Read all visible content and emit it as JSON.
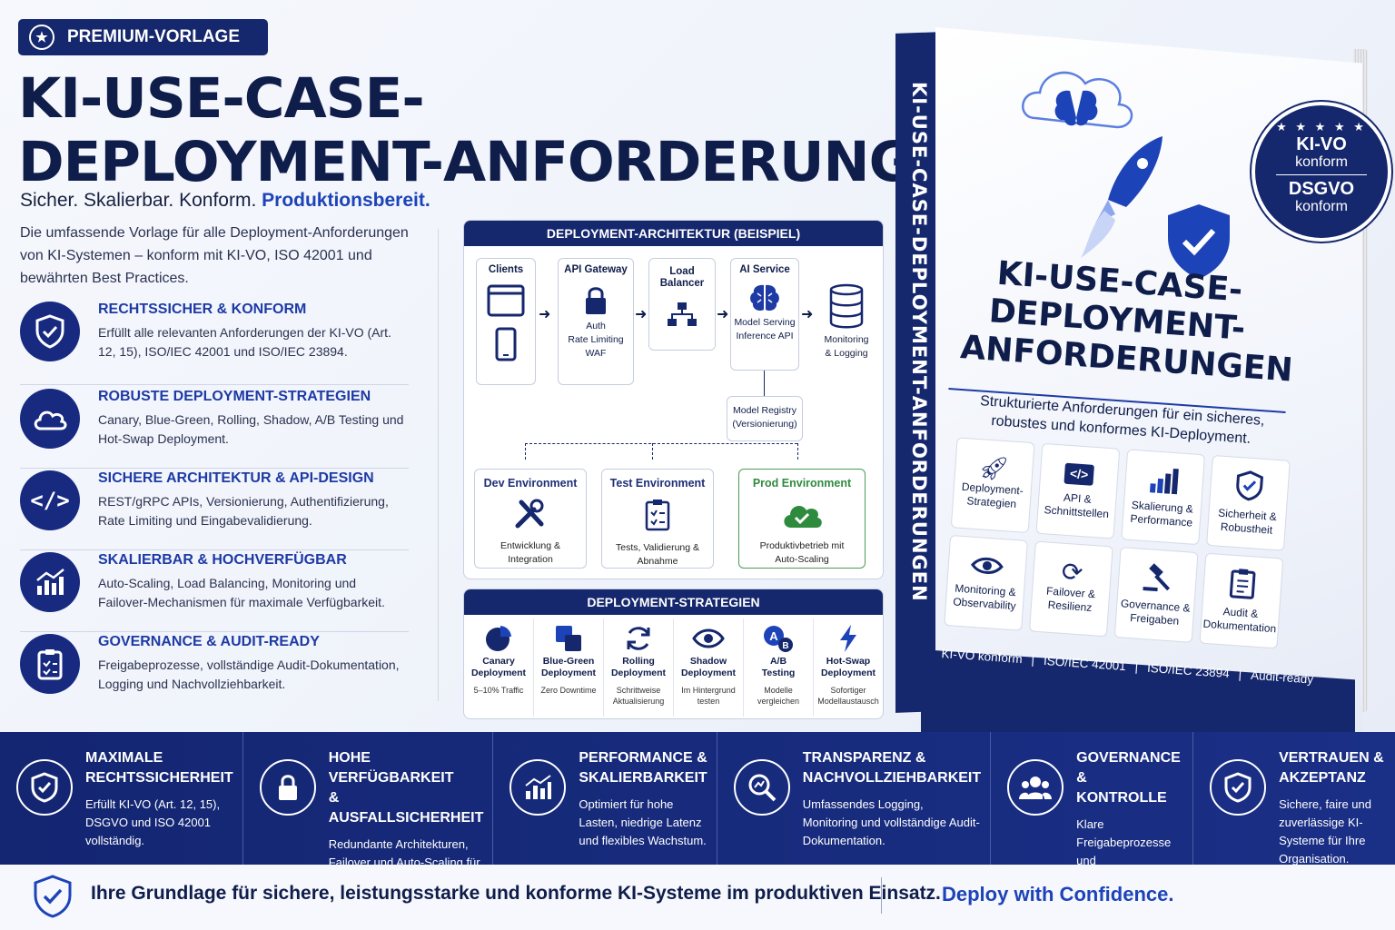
{
  "badge": {
    "label": "PREMIUM-VORLAGE"
  },
  "title": {
    "line1": "KI-USE-CASE-",
    "line2": "DEPLOYMENT-ANFORDERUNGEN"
  },
  "tagline": {
    "plain": "Sicher. Skalierbar. Konform.",
    "highlight": "Produktionsbereit."
  },
  "intro": "Die umfassende Vorlage für alle Deployment-Anforderungen von KI-Systemen – konform mit KI-VO, ISO 42001 und bewährten Best Practices.",
  "features": [
    {
      "icon": "shield-check-icon",
      "title": "RECHTSSICHER & KONFORM",
      "text": "Erfüllt alle relevanten Anforderungen der KI-VO (Art. 12, 15), ISO/IEC 42001 und ISO/IEC 23894."
    },
    {
      "icon": "cloud-icon",
      "title": "ROBUSTE DEPLOYMENT-STRATEGIEN",
      "text": "Canary, Blue-Green, Rolling, Shadow, A/B Testing und Hot-Swap Deployment."
    },
    {
      "icon": "code-icon",
      "title": "SICHERE ARCHITEKTUR & API-DESIGN",
      "text": "REST/gRPC APIs, Versionierung, Authentifizierung, Rate Limiting und Eingabevalidierung."
    },
    {
      "icon": "chart-up-icon",
      "title": "SKALIERBAR & HOCHVERFÜGBAR",
      "text": "Auto-Scaling, Load Balancing, Monitoring und Failover-Mechanismen für maximale Verfügbarkeit."
    },
    {
      "icon": "clipboard-check-icon",
      "title": "GOVERNANCE & AUDIT-READY",
      "text": "Freigabeprozesse, vollständige Audit-Dokumentation, Logging und Nachvollziehbarkeit."
    }
  ],
  "architecture": {
    "header": "DEPLOYMENT-ARCHITEKTUR (BEISPIEL)",
    "clients": "Clients",
    "gateway": {
      "label": "API Gateway",
      "text1": "Auth",
      "text2": "Rate Limiting",
      "text3": "WAF"
    },
    "lb": {
      "label1": "Load",
      "label2": "Balancer"
    },
    "ai": {
      "label": "AI Service",
      "text1": "Model Serving",
      "text2": "Inference API"
    },
    "monitoring": {
      "text1": "Monitoring",
      "text2": "& Logging"
    },
    "registry": {
      "text1": "Model Registry",
      "text2": "(Versionierung)"
    },
    "envs": [
      {
        "label": "Dev Environment",
        "text1": "Entwicklung &",
        "text2": "Integration",
        "icon": "tools-icon"
      },
      {
        "label": "Test Environment",
        "text1": "Tests, Validierung &",
        "text2": "Abnahme",
        "icon": "checklist-icon"
      },
      {
        "label": "Prod Environment",
        "text1": "Produktivbetrieb mit",
        "text2": "Auto-Scaling",
        "icon": "cloud-check-icon"
      }
    ]
  },
  "strategies": {
    "header": "DEPLOYMENT-STRATEGIEN",
    "items": [
      {
        "l1": "Canary",
        "l2": "Deployment",
        "s1": "5–10% Traffic",
        "s2": "",
        "icon": "pie-icon"
      },
      {
        "l1": "Blue-Green",
        "l2": "Deployment",
        "s1": "Zero Downtime",
        "s2": "",
        "icon": "squares-icon"
      },
      {
        "l1": "Rolling",
        "l2": "Deployment",
        "s1": "Schrittweise",
        "s2": "Aktualisierung",
        "icon": "refresh-icon"
      },
      {
        "l1": "Shadow",
        "l2": "Deployment",
        "s1": "Im Hintergrund",
        "s2": "testen",
        "icon": "eye-icon"
      },
      {
        "l1": "A/B",
        "l2": "Testing",
        "s1": "Modelle",
        "s2": "vergleichen",
        "icon": "ab-icon"
      },
      {
        "l1": "Hot-Swap",
        "l2": "Deployment",
        "s1": "Sofortiger",
        "s2": "Modellaustausch",
        "icon": "bolt-icon"
      }
    ]
  },
  "book": {
    "spine": "KI-USE-CASE-DEPLOYMENT-ANFORDERUNGEN",
    "title1": "KI-USE-CASE-",
    "title2": "DEPLOYMENT-",
    "title3": "ANFORDERUNGEN",
    "subtitle": "Strukturierte Anforderungen für ein sicheres, robustes und konformes KI-Deployment.",
    "tiles": [
      {
        "l1": "Deployment-",
        "l2": "Strategien",
        "icon": "rocket-icon"
      },
      {
        "l1": "API &",
        "l2": "Schnittstellen",
        "icon": "code-icon"
      },
      {
        "l1": "Skalierung &",
        "l2": "Performance",
        "icon": "bars-icon"
      },
      {
        "l1": "Sicherheit &",
        "l2": "Robustheit",
        "icon": "shield-icon"
      },
      {
        "l1": "Monitoring &",
        "l2": "Observability",
        "icon": "eye-icon"
      },
      {
        "l1": "Failover &",
        "l2": "Resilienz",
        "icon": "refresh-icon"
      },
      {
        "l1": "Governance &",
        "l2": "Freigaben",
        "icon": "gavel-icon"
      },
      {
        "l1": "Audit &",
        "l2": "Dokumentation",
        "icon": "clipboard-icon"
      }
    ],
    "band": [
      "KI-VO konform",
      "ISO/IEC 42001",
      "ISO/IEC 23894",
      "Audit-ready"
    ],
    "seal": {
      "stars": "★ ★ ★ ★ ★",
      "l1": "KI-VO",
      "l2": "konform",
      "l3": "DSGVO",
      "l4": "konform"
    }
  },
  "benefits": [
    {
      "icon": "shield-check-icon",
      "t1": "MAXIMALE",
      "t2": "RECHTSSICHERHEIT",
      "text": "Erfüllt KI-VO (Art. 12, 15), DSGVO und ISO 42001 vollständig."
    },
    {
      "icon": "lock-icon",
      "t1": "HOHE VERFÜGBARKEIT",
      "t2": "& AUSFALLSICHERHEIT",
      "text": "Redundante Architekturen, Failover und Auto-Scaling für kontinuierlichen Betrieb."
    },
    {
      "icon": "chart-up-icon",
      "t1": "PERFORMANCE &",
      "t2": "SKALIERBARKEIT",
      "text": "Optimiert für hohe Lasten, niedrige Latenz und flexibles Wachstum."
    },
    {
      "icon": "magnifier-icon",
      "t1": "TRANSPARENZ &",
      "t2": "NACHVOLLZIEHBARKEIT",
      "text": "Umfassendes Logging, Monitoring und vollständige Audit-Dokumentation."
    },
    {
      "icon": "people-icon",
      "t1": "GOVERNANCE &",
      "t2": "KONTROLLE",
      "text": "Klare Freigabeprozesse und Verantwortlichkeiten für jedes Deployment."
    },
    {
      "icon": "shield-check-icon",
      "t1": "VERTRAUEN &",
      "t2": "AKZEPTANZ",
      "text": "Sichere, faire und zuverlässige KI-Systeme für Ihre Organisation."
    }
  ],
  "footer": {
    "text": "Ihre Grundlage für sichere, leistungsstarke und konforme KI-Systeme im produktiven Einsatz.",
    "cta": "Deploy with Confidence."
  },
  "colors": {
    "navy": "#15276d",
    "accent": "#1d43b8",
    "green": "#2e8b3e"
  }
}
